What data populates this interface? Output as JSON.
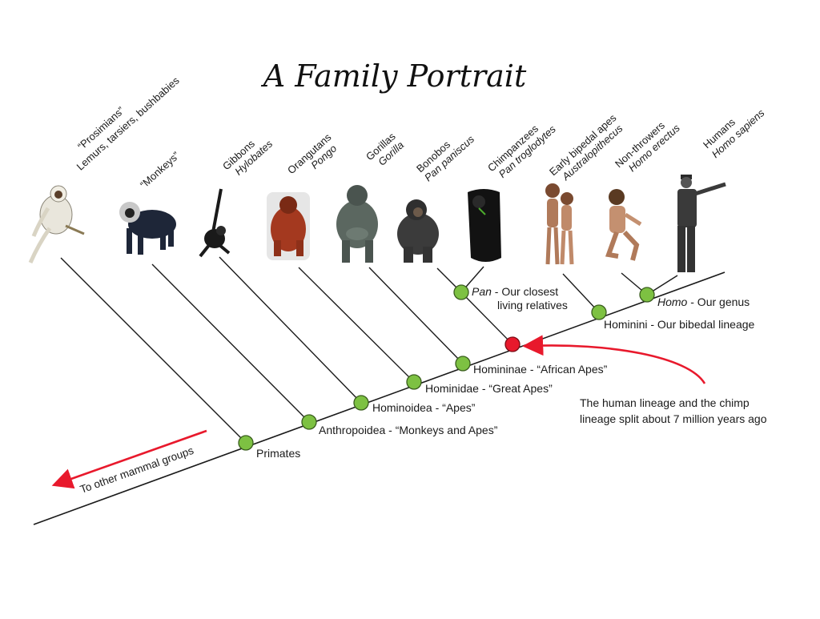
{
  "title": "A Family Portrait",
  "taxa": [
    {
      "id": "prosimians",
      "common": "“Prosimians”",
      "latin": "Lemurs, tarsiers, bushbabies",
      "latin_italic": false,
      "icon": "lemur-icon"
    },
    {
      "id": "monkeys",
      "common": "“Monkeys”",
      "latin": "",
      "latin_italic": false,
      "icon": "monkey-icon"
    },
    {
      "id": "gibbons",
      "common": "Gibbons",
      "latin": "Hylobates",
      "latin_italic": true,
      "icon": "gibbon-icon"
    },
    {
      "id": "orangutans",
      "common": "Orangutans",
      "latin": "Pongo",
      "latin_italic": true,
      "icon": "orangutan-icon"
    },
    {
      "id": "gorillas",
      "common": "Gorillas",
      "latin": "Gorilla",
      "latin_italic": true,
      "icon": "gorilla-icon"
    },
    {
      "id": "bonobos",
      "common": "Bonobos",
      "latin": "Pan paniscus",
      "latin_italic": true,
      "icon": "bonobo-icon"
    },
    {
      "id": "chimpanzees",
      "common": "Chimpanzees",
      "latin": "Pan troglodytes",
      "latin_italic": true,
      "icon": "chimpanzee-icon"
    },
    {
      "id": "early-bipedal-apes",
      "common": "Early bipedal apes",
      "latin": "Australopithecus",
      "latin_italic": true,
      "icon": "australopithecus-icon"
    },
    {
      "id": "non-throwers",
      "common": "Non-throwers",
      "latin": "Homo erectus",
      "latin_italic": true,
      "icon": "homo-erectus-icon"
    },
    {
      "id": "humans",
      "common": "Humans",
      "latin": "Homo sapiens",
      "latin_italic": true,
      "icon": "human-icon"
    }
  ],
  "nodes": [
    {
      "id": "primates",
      "label": "Primates",
      "italic_part": "",
      "color": "#7dc142"
    },
    {
      "id": "anthropoidea",
      "label": "Anthropoidea -  “Monkeys and Apes”",
      "italic_part": "",
      "color": "#7dc142"
    },
    {
      "id": "hominoidea",
      "label": "Hominoidea -  “Apes”",
      "italic_part": "",
      "color": "#7dc142"
    },
    {
      "id": "hominidae",
      "label": "Hominidae - “Great Apes”",
      "italic_part": "",
      "color": "#7dc142"
    },
    {
      "id": "homininae",
      "label": "Homininae - “African Apes”",
      "italic_part": "",
      "color": "#7dc142"
    },
    {
      "id": "split",
      "label": "",
      "italic_part": "",
      "color": "#e8192c"
    },
    {
      "id": "pan",
      "label": " - Our closest",
      "label2": "living relatives",
      "italic_part": "Pan",
      "color": "#7dc142"
    },
    {
      "id": "hominini",
      "label": "Hominini - Our bibedal lineage",
      "italic_part": "",
      "color": "#7dc142"
    },
    {
      "id": "homo",
      "label": " - Our genus",
      "italic_part": "Homo",
      "color": "#7dc142"
    }
  ],
  "annotations": {
    "split_note_line1": "The human lineage and the chimp",
    "split_note_line2": "lineage split about 7 million years ago",
    "other_groups": "To other mammal groups"
  },
  "colors": {
    "node_green": "#7dc142",
    "split_red": "#e8192c",
    "arrow_red": "#e8192c",
    "line": "#1a1a1a"
  }
}
